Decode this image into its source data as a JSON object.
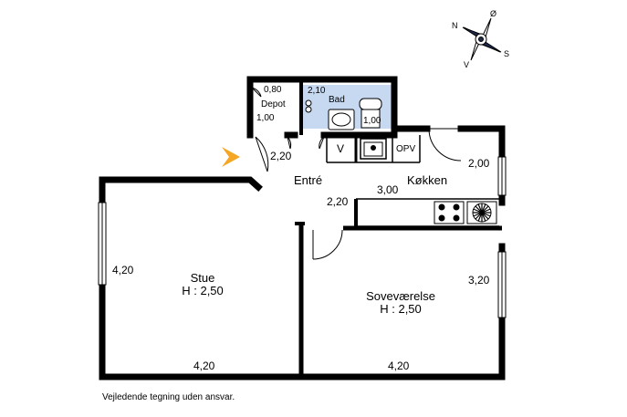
{
  "compass": {
    "n": "N",
    "o": "Ø",
    "s": "S",
    "v": "V"
  },
  "entrance": {
    "arrow_color": "#f5a623"
  },
  "colors": {
    "wall": "#000000",
    "bath_floor": "#c6d9f1",
    "window": "#c8c8c8"
  },
  "rooms": {
    "depot": {
      "name": "Depot",
      "dim_top": "0,80",
      "dim_side": "1,00"
    },
    "bad": {
      "name": "Bad",
      "dim_top": "2,10",
      "dim_side": "1,00"
    },
    "entre": {
      "name": "Entré",
      "dim_top": "2,20",
      "dim_side": "2,20"
    },
    "kokken": {
      "name": "Køkken",
      "dim_top": "3,00",
      "dim_side": "2,00",
      "cupboard": "V",
      "dishwasher": "OPV"
    },
    "stue": {
      "name": "Stue",
      "height": "H : 2,50",
      "dim_side": "4,20",
      "dim_bottom": "4,20"
    },
    "sovevaerelse": {
      "name": "Soveværelse",
      "height": "H : 2,50",
      "dim_side": "3,20",
      "dim_bottom": "4,20"
    }
  },
  "footer": {
    "disclaimer": "Vejledende tegning uden ansvar."
  }
}
